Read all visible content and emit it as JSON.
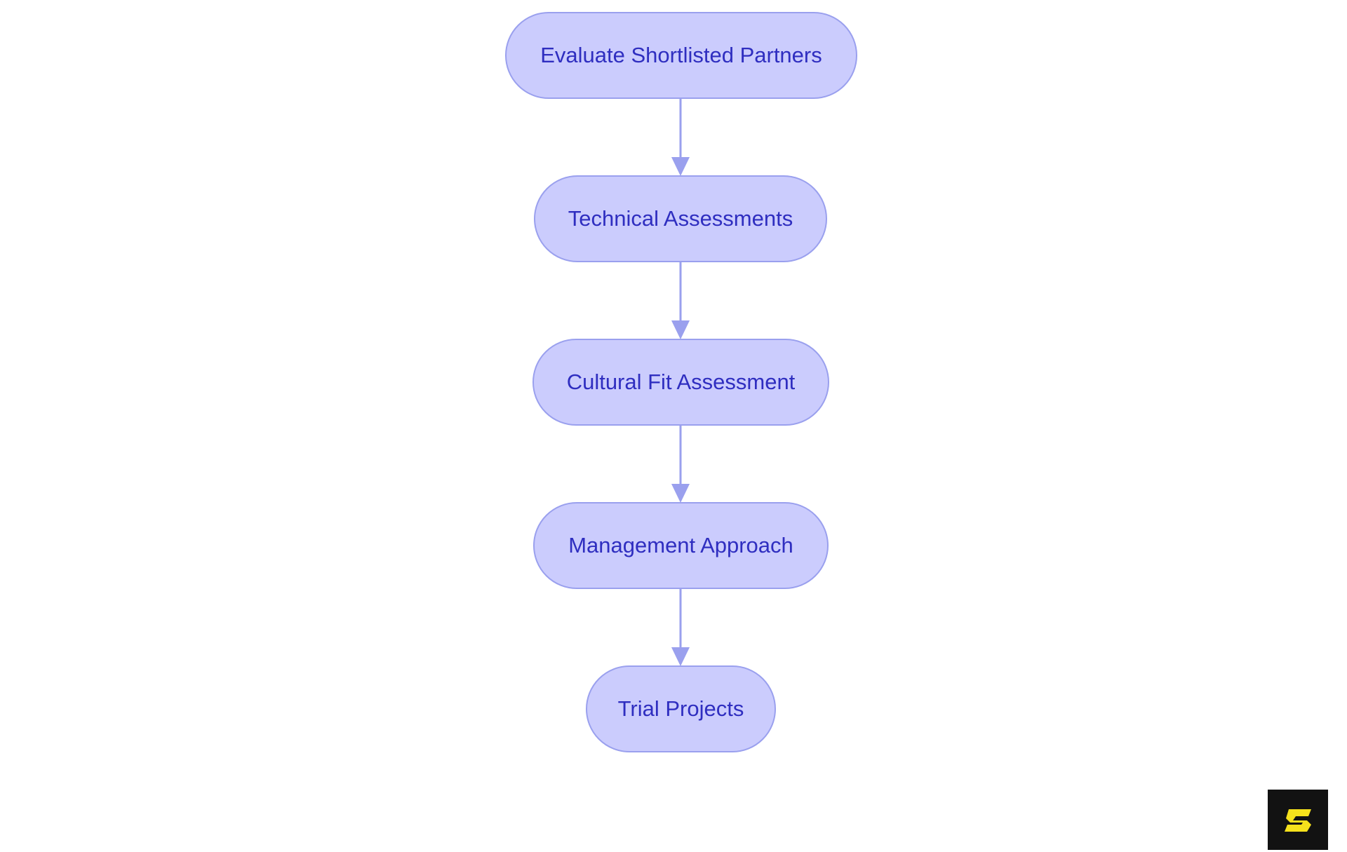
{
  "diagram": {
    "type": "flowchart",
    "direction": "top-to-bottom",
    "nodes": [
      {
        "id": "n1",
        "label": "Evaluate Shortlisted Partners"
      },
      {
        "id": "n2",
        "label": "Technical Assessments"
      },
      {
        "id": "n3",
        "label": "Cultural Fit Assessment"
      },
      {
        "id": "n4",
        "label": "Management Approach"
      },
      {
        "id": "n5",
        "label": "Trial Projects"
      }
    ],
    "edges": [
      {
        "from": "n1",
        "to": "n2"
      },
      {
        "from": "n2",
        "to": "n3"
      },
      {
        "from": "n3",
        "to": "n4"
      },
      {
        "from": "n4",
        "to": "n5"
      }
    ]
  },
  "colors": {
    "node_fill": "#cbccfd",
    "node_border": "#9aa0ee",
    "node_text": "#2f2ec0",
    "connector": "#9aa0ee",
    "logo_background": "#121212",
    "logo_mark": "#f5e11c"
  },
  "logo": {
    "icon": "brand-s-logo-icon"
  }
}
